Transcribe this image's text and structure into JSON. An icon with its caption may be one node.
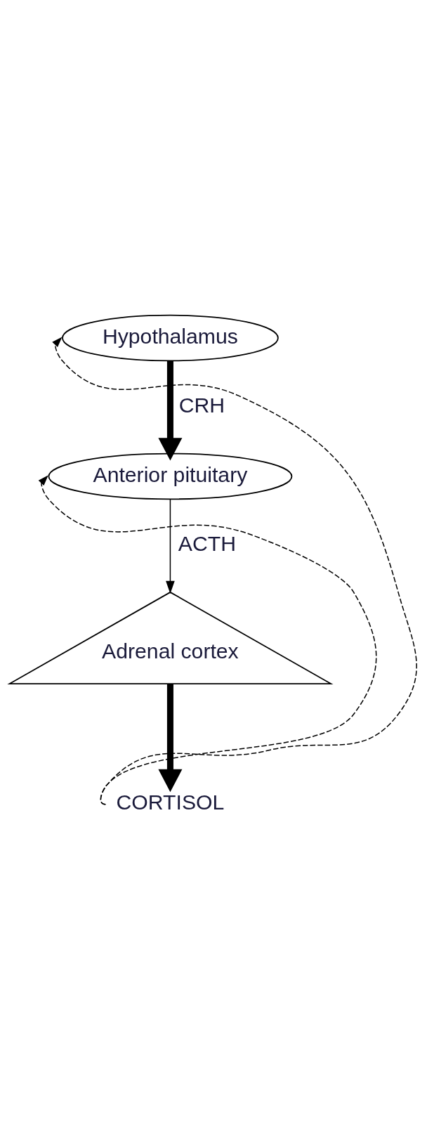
{
  "diagram": {
    "nodes": [
      {
        "text": [
          "Hypothalamus"
        ]
      },
      {
        "text": [
          "Anterior pituitary"
        ]
      },
      {
        "text": [
          "Adrenal cortex"
        ]
      },
      {
        "text": [
          "CORTISOL"
        ]
      }
    ],
    "edges": [
      {
        "from": 0,
        "to": 1,
        "arrow": "to",
        "label": "CRH",
        "style": "thick"
      },
      {
        "from": 1,
        "to": 2,
        "arrow": "to",
        "label": "ACTH"
      },
      {
        "from": 2,
        "to": 3,
        "arrow": "to",
        "style": "thick"
      },
      {
        "from": 3,
        "to": 0,
        "arrow": "to",
        "style": "dashed"
      },
      {
        "from": 3,
        "to": 1,
        "arrow": "to",
        "style": "dashed"
      }
    ]
  }
}
